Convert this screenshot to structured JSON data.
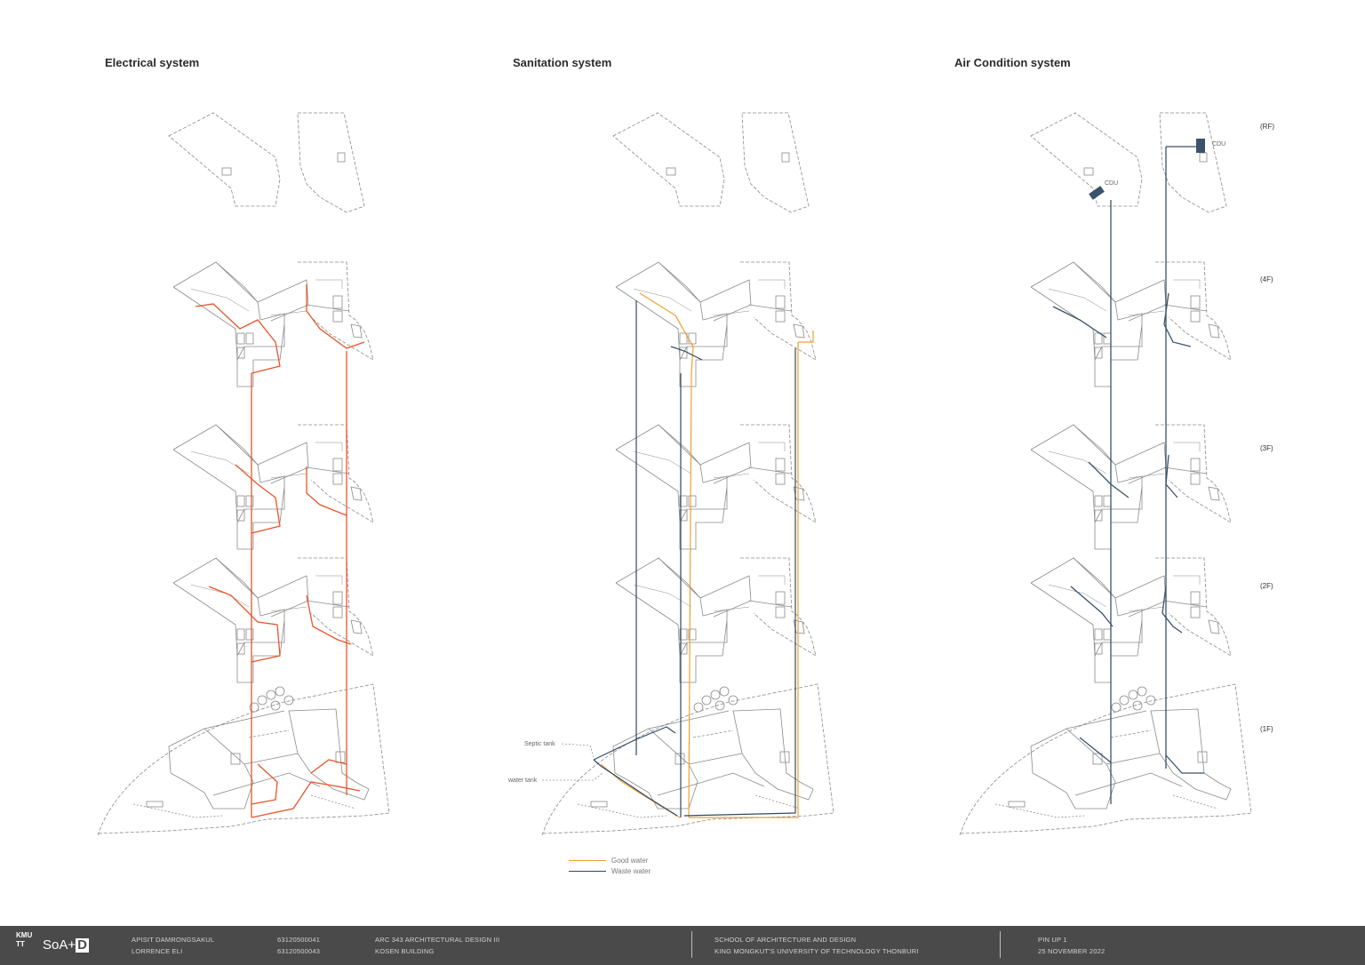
{
  "titles": {
    "electrical": "Electrical system",
    "sanitation": "Sanitation system",
    "aircon": "Air Condition system"
  },
  "floors": [
    "(RF)",
    "(4F)",
    "(3F)",
    "(2F)",
    "(1F)"
  ],
  "annotations": {
    "septic_tank": "Septic tank",
    "water_tank": "water tank",
    "cdu_1": "CDU",
    "cdu_2": "CDU"
  },
  "legend": [
    {
      "label": "Good water",
      "color": "#f0a030"
    },
    {
      "label": "Waste water",
      "color": "#2e4a66"
    }
  ],
  "colors": {
    "electrical": "#e8542a",
    "good_water": "#f0a030",
    "waste_water": "#2e4a66",
    "aircon": "#3a536b",
    "plan_line": "#8a8a8a"
  },
  "footer": {
    "logo_kmutt": "KMUTT",
    "logo_soad_text": "SoA+",
    "logo_soad_box": "D",
    "student1_name": "APISIT DAMRONGSAKUL",
    "student2_name": "LORRENCE ELI",
    "student1_id": "63120500041",
    "student2_id": "63120500043",
    "course": "ARC 343 ARCHITECTURAL DESIGN III",
    "project": "KOSEN BUILDING",
    "school": "SCHOOL OF ARCHITECTURE AND DESIGN",
    "university": "KING MONGKUT'S UNIVERSITY OF TECHNOLOGY THONBURI",
    "pinup": "PIN UP 1",
    "date": "25 NOVEMBER 2022"
  }
}
